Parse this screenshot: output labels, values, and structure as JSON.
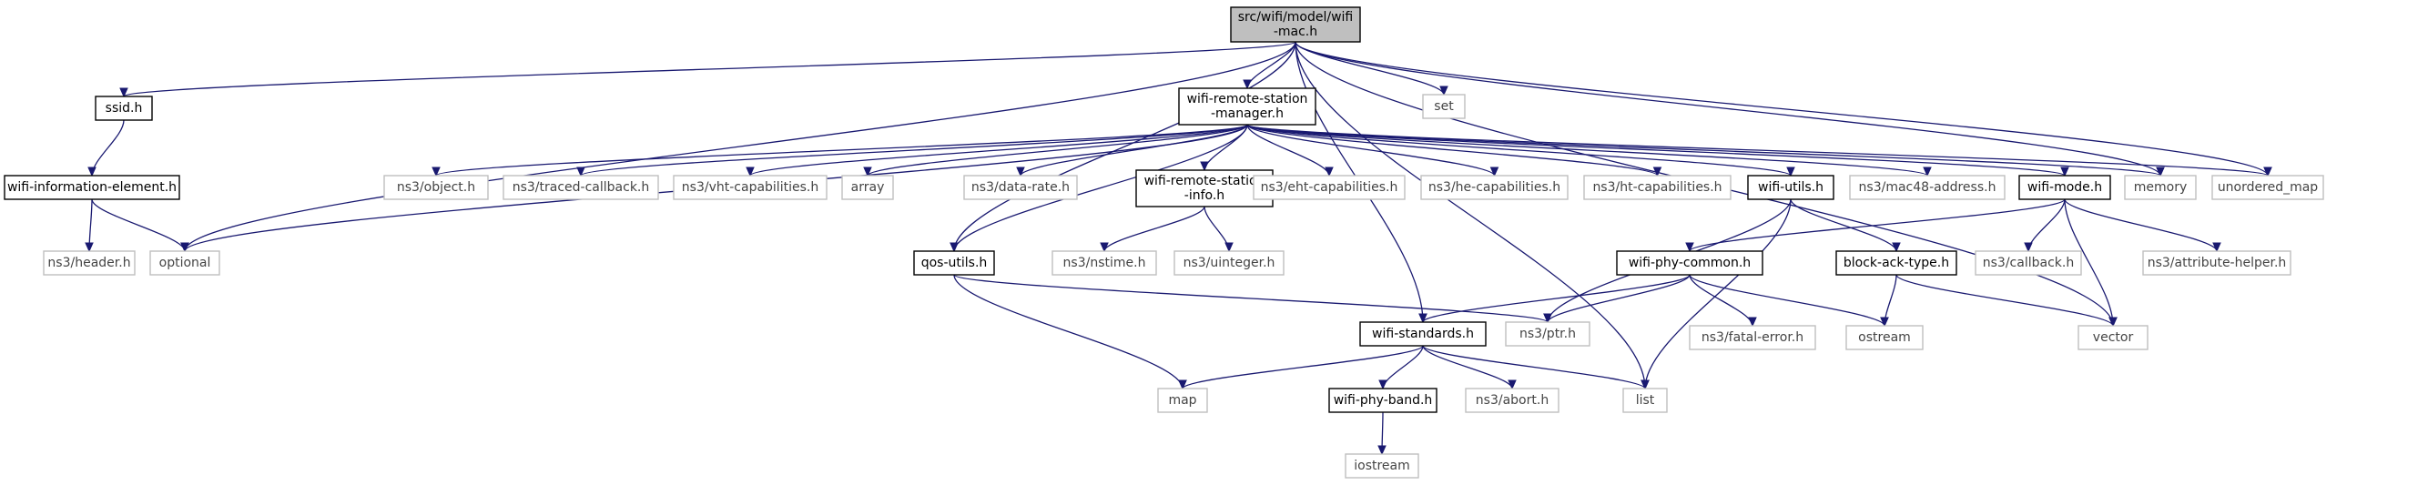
{
  "diagram": {
    "nodes": {
      "root": [
        "src/wifi/model/wifi",
        "-mac.h"
      ],
      "ssid": [
        "ssid.h"
      ],
      "wie": [
        "wifi-information-element.h"
      ],
      "header": [
        "ns3/header.h"
      ],
      "optional": [
        "optional"
      ],
      "wrsm": [
        "wifi-remote-station",
        "-manager.h"
      ],
      "set": [
        "set"
      ],
      "object": [
        "ns3/object.h"
      ],
      "traced": [
        "ns3/traced-callback.h"
      ],
      "vht": [
        "ns3/vht-capabilities.h"
      ],
      "array": [
        "array"
      ],
      "datarate": [
        "ns3/data-rate.h"
      ],
      "wrsi": [
        "wifi-remote-station",
        "-info.h"
      ],
      "eht": [
        "ns3/eht-capabilities.h"
      ],
      "he": [
        "ns3/he-capabilities.h"
      ],
      "ht": [
        "ns3/ht-capabilities.h"
      ],
      "wutils": [
        "wifi-utils.h"
      ],
      "mac48": [
        "ns3/mac48-address.h"
      ],
      "wmode": [
        "wifi-mode.h"
      ],
      "memory": [
        "memory"
      ],
      "umap": [
        "unordered_map"
      ],
      "qos": [
        "qos-utils.h"
      ],
      "nstime": [
        "ns3/nstime.h"
      ],
      "uinteger": [
        "ns3/uinteger.h"
      ],
      "wpc": [
        "wifi-phy-common.h"
      ],
      "bat": [
        "block-ack-type.h"
      ],
      "callback": [
        "ns3/callback.h"
      ],
      "attr": [
        "ns3/attribute-helper.h"
      ],
      "ptr": [
        "ns3/ptr.h"
      ],
      "fatal": [
        "ns3/fatal-error.h"
      ],
      "ostream": [
        "ostream"
      ],
      "vector": [
        "vector"
      ],
      "wstd": [
        "wifi-standards.h"
      ],
      "map": [
        "map"
      ],
      "wpb": [
        "wifi-phy-band.h"
      ],
      "abort": [
        "ns3/abort.h"
      ],
      "list": [
        "list"
      ],
      "iostream": [
        "iostream"
      ]
    },
    "colors": {
      "edge": "#191970",
      "root_fill": "#bfbfbf",
      "external_border": "#bfbfbf",
      "local_border": "#000000"
    }
  }
}
